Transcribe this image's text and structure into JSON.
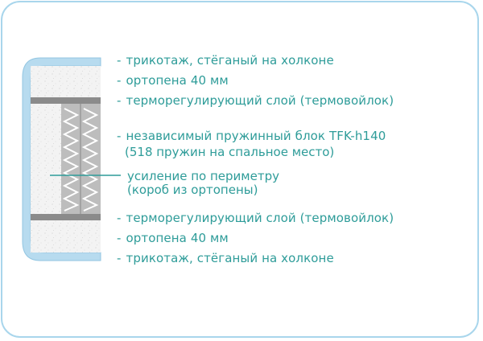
{
  "layers": [
    {
      "id": "top-knit",
      "text": "трикотаж, стёганый на холконе"
    },
    {
      "id": "top-foam",
      "text": "ортопена 40 мм"
    },
    {
      "id": "top-felt",
      "text": "терморегулирующий слой (термовойлок)"
    },
    {
      "id": "spring-block",
      "text": "независимый пружинный блок TFK-h140",
      "text2": "(518 пружин на спальное место)"
    },
    {
      "id": "perimeter",
      "text": "усиление по периметру",
      "text2": "(короб из ортопены)"
    },
    {
      "id": "bottom-felt",
      "text": "терморегулирующий слой (термовойлок)"
    },
    {
      "id": "bottom-foam",
      "text": "ортопена 40 мм"
    },
    {
      "id": "bottom-knit",
      "text": "трикотаж, стёганый на холконе"
    }
  ],
  "dash": "-",
  "colors": {
    "label": "#2e9c99",
    "frame": "#a9d6ec",
    "cover": "#b7dbef",
    "foam": "#f1f1f1",
    "felt": "#8b8b8b",
    "spring_block": "#bdbdbd",
    "spring_wire": "#ffffff"
  }
}
